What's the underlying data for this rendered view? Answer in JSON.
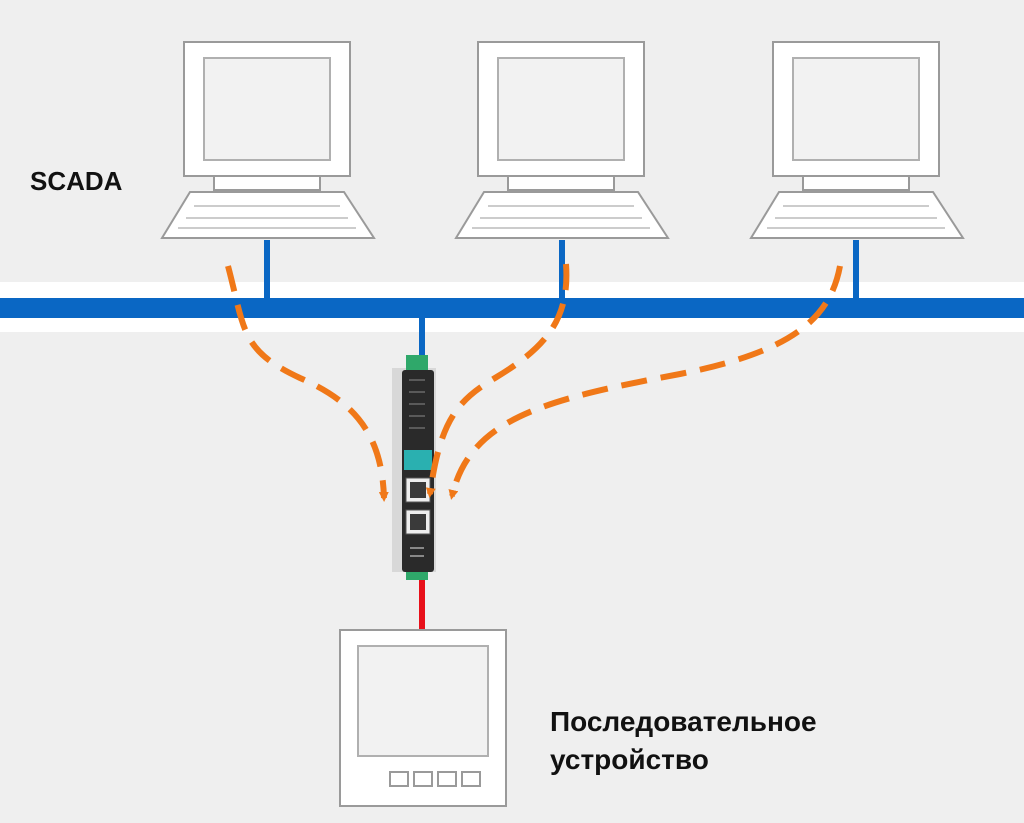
{
  "scada_label": "SCADA",
  "serial_device_label": {
    "line1": "Последовательное",
    "line2": "устройство"
  },
  "colors": {
    "background": "#efefef",
    "network_bus": "#0a67c4",
    "serial_link": "#e8101a",
    "data_flow": "#f07818",
    "equipment_outline": "#9a9a9a"
  },
  "icons": [
    "computer-icon",
    "computer-icon",
    "computer-icon",
    "serial-device-server-icon",
    "serial-device-icon"
  ]
}
